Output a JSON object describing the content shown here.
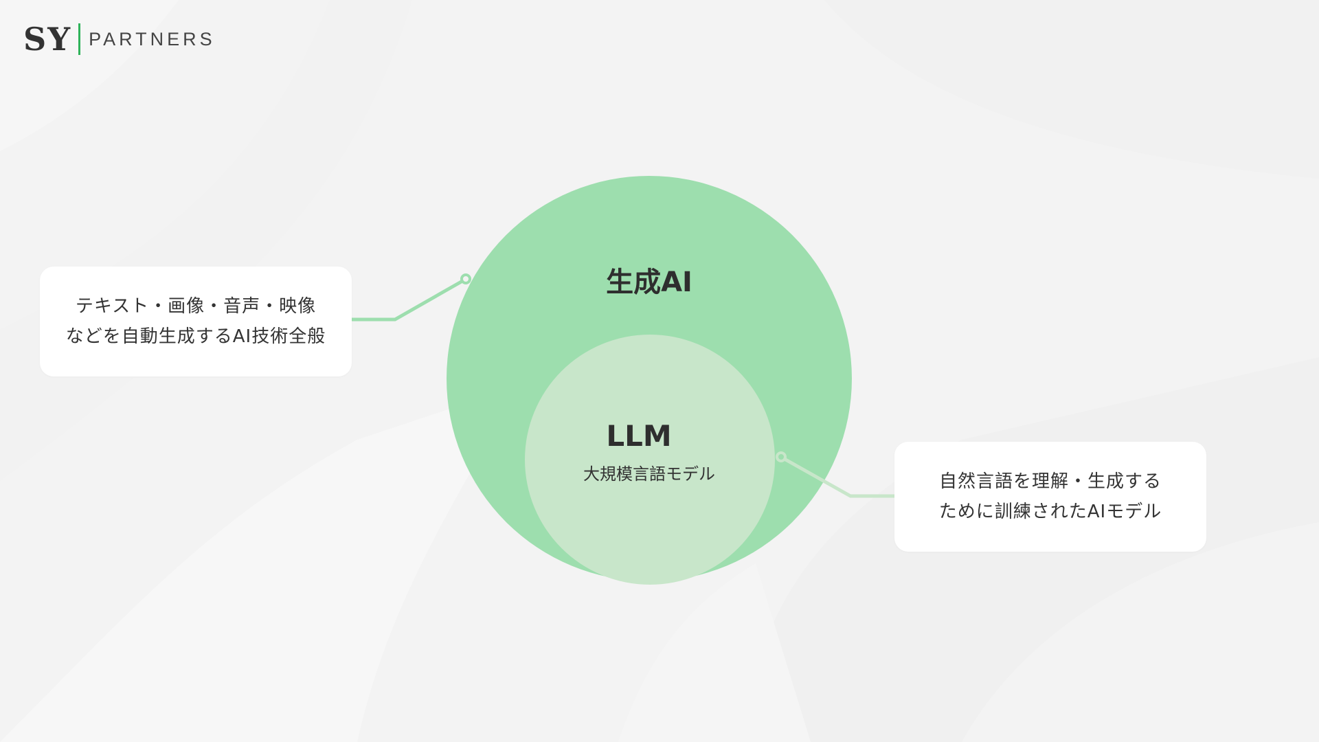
{
  "logo": {
    "mark": "SY",
    "name": "PARTNERS",
    "accent_color": "#2fb35a"
  },
  "diagram": {
    "outer_circle": {
      "label": "生成AI",
      "color": "#9ddeae",
      "description_lines": [
        "テキスト・画像・音声・映像",
        "などを自動生成するAI技術全般"
      ],
      "connector_color": "#9ddeae"
    },
    "inner_circle": {
      "label": "LLM",
      "sublabel": "大規模言語モデル",
      "color": "#c8e6ca",
      "description_lines": [
        "自然言語を理解・生成する",
        "ために訓練されたAIモデル"
      ],
      "connector_color": "#c8e6ca"
    }
  }
}
